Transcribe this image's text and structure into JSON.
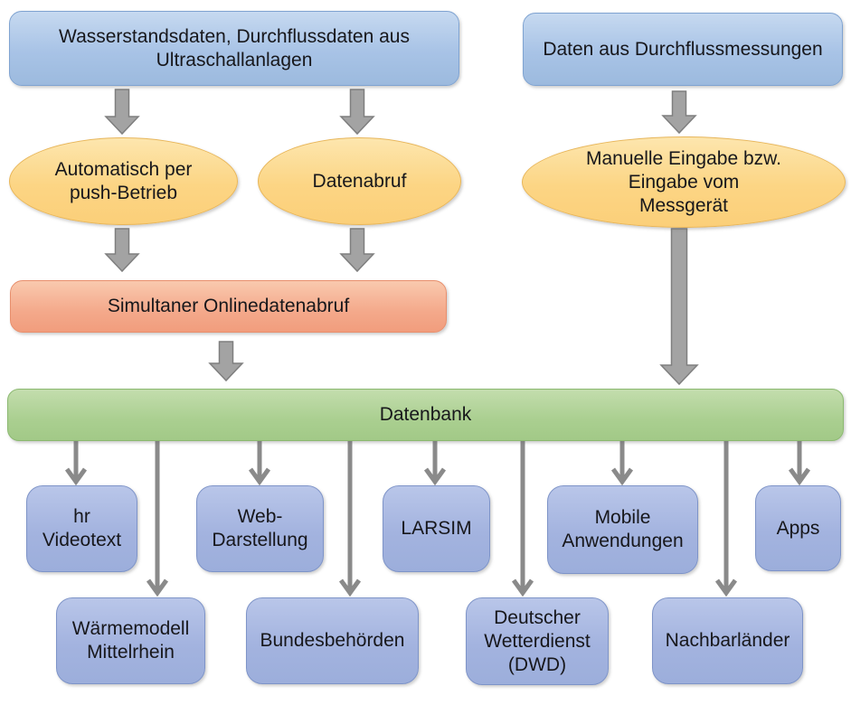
{
  "nodes": {
    "source_left": {
      "lines": [
        "Wasserstandsdaten, Durchflussdaten aus",
        "Ultraschallanlagen"
      ]
    },
    "source_right": {
      "lines": [
        "Daten aus Durchflussmessungen"
      ]
    },
    "ellipse_push": {
      "lines": [
        "Automatisch per",
        "push-Betrieb"
      ]
    },
    "ellipse_abruf": {
      "lines": [
        "Datenabruf"
      ]
    },
    "ellipse_manuell": {
      "lines": [
        "Manuelle Eingabe bzw.",
        "Eingabe vom",
        "Messgerät"
      ]
    },
    "simultan": {
      "lines": [
        "Simultaner Onlinedatenabruf"
      ]
    },
    "datenbank": {
      "lines": [
        "Datenbank"
      ]
    },
    "hr_videotext": {
      "lines": [
        "hr",
        "Videotext"
      ]
    },
    "web_darstellung": {
      "lines": [
        "Web-",
        "Darstellung"
      ]
    },
    "larsim": {
      "lines": [
        "LARSIM"
      ]
    },
    "mobile": {
      "lines": [
        "Mobile",
        "Anwendungen"
      ]
    },
    "apps": {
      "lines": [
        "Apps"
      ]
    },
    "waermemodell": {
      "lines": [
        "Wärmemodell",
        "Mittelrhein"
      ]
    },
    "bundesbehoerden": {
      "lines": [
        "Bundesbehörden"
      ]
    },
    "dwd": {
      "lines": [
        "Deutscher",
        "Wetterdienst",
        "(DWD)"
      ]
    },
    "nachbarlaender": {
      "lines": [
        "Nachbarländer"
      ]
    }
  },
  "colors": {
    "source_box_fill": "#a8c3e6",
    "source_box_border": "#7fa3d1",
    "ellipse_fill": "#fcd584",
    "ellipse_border": "#e8b65a",
    "aggregator_fill": "#f4a98b",
    "aggregator_border": "#e88f6d",
    "database_fill": "#aacf90",
    "database_border": "#8cb971",
    "consumer_fill": "#a3b3df",
    "consumer_border": "#7e94c8",
    "arrow_gray": "#a3a3a3",
    "arrow_outline": "#7f7f7f",
    "text": "#17171b",
    "background": "#ffffff"
  }
}
